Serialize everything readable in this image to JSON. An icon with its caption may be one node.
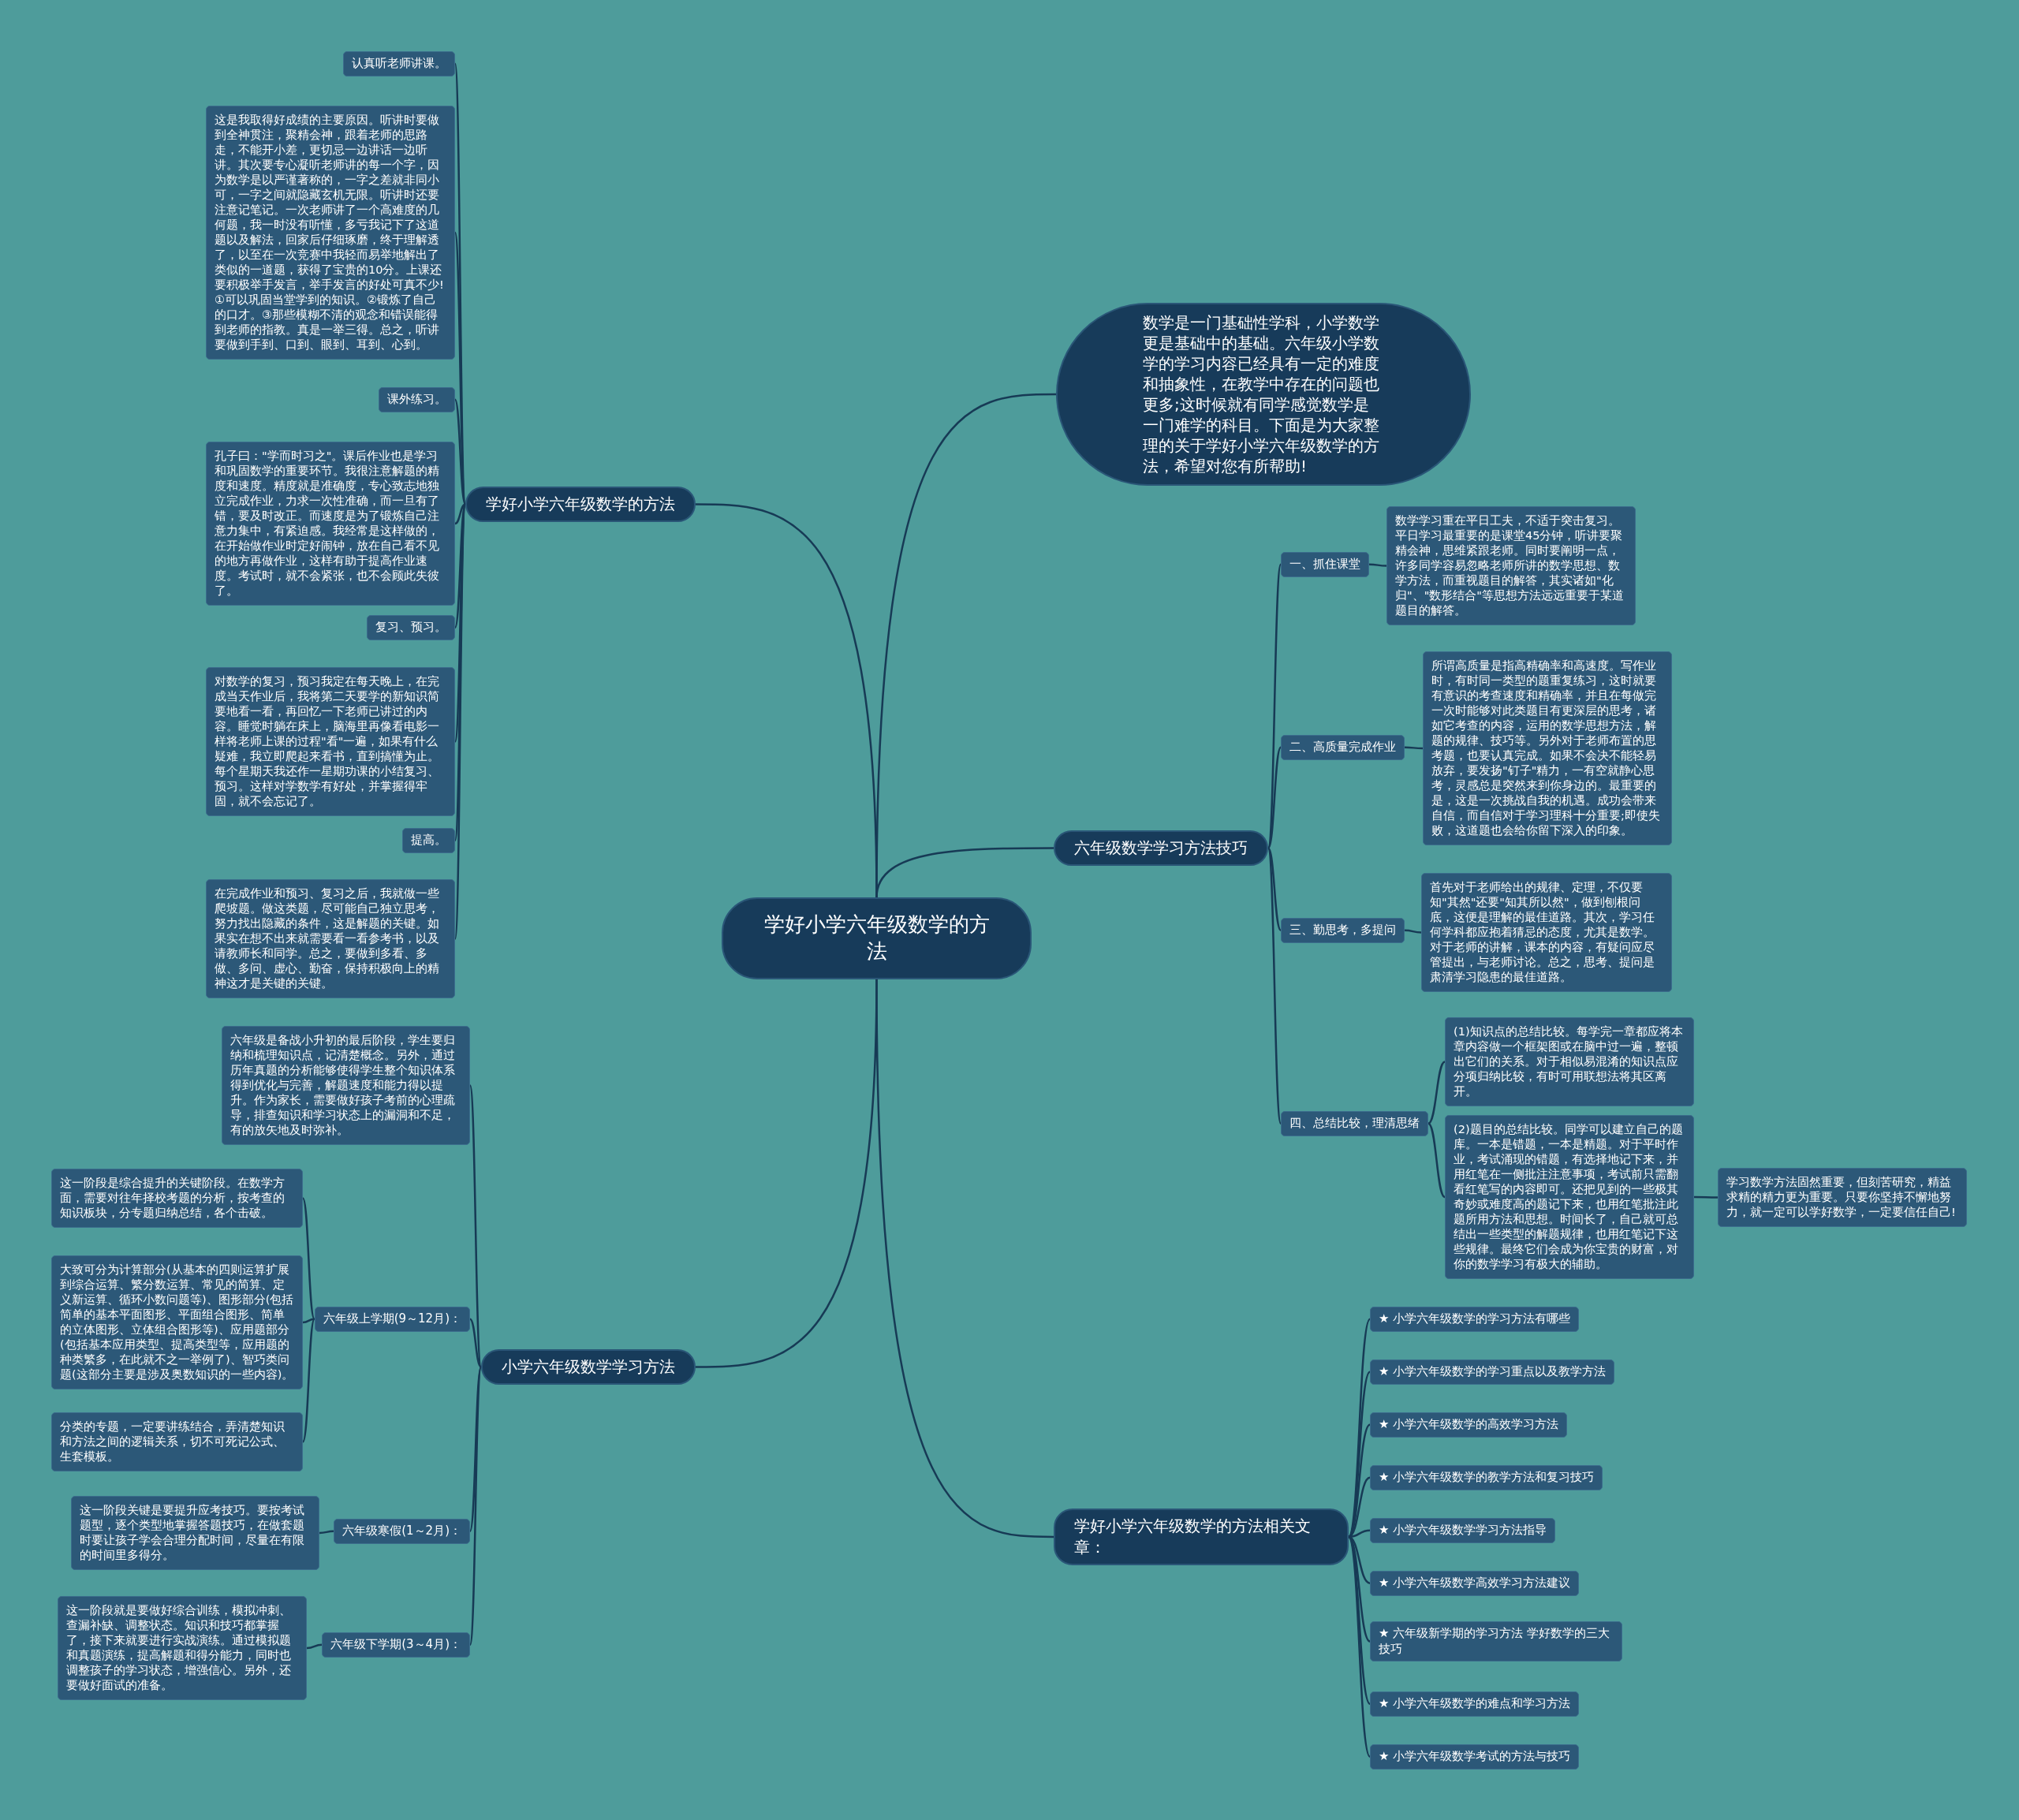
{
  "diagram": {
    "nodes": [
      {
        "text": [
          "学好小学六年级数学的方法"
        ]
      },
      {
        "text": [
          "数学是一门基础性学科，小学数学更是基础中的基础。六年级小学数学的学习内容已经具有一定的难度和抽象性，在教学中存在的问题也更多;这时候就有同学感觉数学是一门难学的科目。下面是为大家整理的关于学好小学六年级数学的方法，希望对您有所帮助!"
        ]
      },
      {
        "text": [
          "六年级数学学习方法技巧"
        ]
      },
      {
        "text": [
          "一、抓住课堂"
        ]
      },
      {
        "text": [
          "数学学习重在平日工夫，不适于突击复习。平日学习最重要的是课堂45分钟，听讲要聚精会神，思维紧跟老师。同时要阐明一点，许多同学容易忽略老师所讲的数学思想、数学方法，而重视题目的解答，其实诸如\"化归\"、\"数形结合\"等思想方法远远重要于某道题目的解答。"
        ]
      },
      {
        "text": [
          "二、高质量完成作业"
        ]
      },
      {
        "text": [
          "所谓高质量是指高精确率和高速度。写作业时，有时同一类型的题重复练习，这时就要有意识的考查速度和精确率，并且在每做完一次时能够对此类题目有更深层的思考，诸如它考查的内容，运用的数学思想方法，解题的规律、技巧等。另外对于老师布置的思考题，也要认真完成。如果不会决不能轻易放弃，要发扬\"钉子\"精力，一有空就静心思考，灵感总是突然来到你身边的。最重要的是，这是一次挑战自我的机遇。成功会带来自信，而自信对于学习理科十分重要;即使失败，这道题也会给你留下深入的印象。"
        ]
      },
      {
        "text": [
          "三、勤思考，多提问"
        ]
      },
      {
        "text": [
          "首先对于老师给出的规律、定理，不仅要知\"其然\"还要\"知其所以然\"，做到刨根问底，这便是理解的最佳道路。其次，学习任何学科都应抱着猜忌的态度，尤其是数学。对于老师的讲解，课本的内容，有疑问应尽管提出，与老师讨论。总之，思考、提问是肃清学习隐患的最佳道路。"
        ]
      },
      {
        "text": [
          "四、总结比较，理清思绪"
        ]
      },
      {
        "text": [
          "(1)知识点的总结比较。每学完一章都应将本章内容做一个框架图或在脑中过一遍，整顿出它们的关系。对于相似易混淆的知识点应分项归纳比较，有时可用联想法将其区离开。"
        ]
      },
      {
        "text": [
          "(2)题目的总结比较。同学可以建立自己的题库。一本是错题，一本是精题。对于平时作业，考试涌现的错题，有选择地记下来，并用红笔在一侧批注注意事项，考试前只需翻看红笔写的内容即可。还把见到的一些极其奇妙或难度高的题记下来，也用红笔批注此题所用方法和思想。时间长了，自己就可总结出一些类型的解题规律，也用红笔记下这些规律。最终它们会成为你宝贵的财富，对你的数学学习有极大的辅助。"
        ]
      },
      {
        "text": [
          "学习数学方法固然重要，但刻苦研究，精益求精的精力更为重要。只要你坚持不懈地努力，就一定可以学好数学，一定要信任自己!"
        ]
      },
      {
        "text": [
          "学好小学六年级数学的方法相关文章："
        ]
      },
      {
        "text": [
          "★ 小学六年级数学的学习方法有哪些"
        ]
      },
      {
        "text": [
          "★ 小学六年级数学的学习重点以及教学方法"
        ]
      },
      {
        "text": [
          "★ 小学六年级数学的高效学习方法"
        ]
      },
      {
        "text": [
          "★ 小学六年级数学的教学方法和复习技巧"
        ]
      },
      {
        "text": [
          "★ 小学六年级数学学习方法指导"
        ]
      },
      {
        "text": [
          "★ 小学六年级数学高效学习方法建议"
        ]
      },
      {
        "text": [
          "★ 六年级新学期的学习方法 学好数学的三大技巧"
        ]
      },
      {
        "text": [
          "★ 小学六年级数学的难点和学习方法"
        ]
      },
      {
        "text": [
          "★ 小学六年级数学考试的方法与技巧"
        ]
      },
      {
        "text": [
          "学好小学六年级数学的方法"
        ]
      },
      {
        "text": [
          "认真听老师讲课。"
        ]
      },
      {
        "text": [
          "这是我取得好成绩的主要原因。听讲时要做到全神贯注，聚精会神，跟着老师的思路走，不能开小差，更切忌一边讲话一边听讲。其次要专心凝听老师讲的每一个字，因为数学是以严谨著称的，一字之差就非同小可，一字之间就隐藏玄机无限。听讲时还要注意记笔记。一次老师讲了一个高难度的几何题，我一时没有听懂，多亏我记下了这道题以及解法，回家后仔细琢磨，终于理解透了，以至在一次竞赛中我轻而易举地解出了类似的一道题，获得了宝贵的10分。上课还要积极举手发言，举手发言的好处可真不少!①可以巩固当堂学到的知识。②锻炼了自己的口才。③那些模糊不清的观念和错误能得到老师的指教。真是一举三得。总之，听讲要做到手到、口到、眼到、耳到、心到。"
        ]
      },
      {
        "text": [
          "课外练习。"
        ]
      },
      {
        "text": [
          "孔子曰：\"学而时习之\"。课后作业也是学习和巩固数学的重要环节。我很注意解题的精度和速度。精度就是准确度，专心致志地独立完成作业，力求一次性准确，而一旦有了错，要及时改正。而速度是为了锻炼自己注意力集中，有紧迫感。我经常是这样做的，在开始做作业时定好闹钟，放在自己看不见的地方再做作业，这样有助于提高作业速度。考试时，就不会紧张，也不会顾此失彼了。"
        ]
      },
      {
        "text": [
          "复习、预习。"
        ]
      },
      {
        "text": [
          "对数学的复习，预习我定在每天晚上，在完成当天作业后，我将第二天要学的新知识简要地看一看，再回忆一下老师已讲过的内容。睡觉时躺在床上，脑海里再像看电影一样将老师上课的过程\"看\"一遍，如果有什么疑难，我立即爬起来看书，直到搞懂为止。每个星期天我还作一星期功课的小结复习、预习。这样对学数学有好处，并掌握得牢固，就不会忘记了。"
        ]
      },
      {
        "text": [
          "提高。"
        ]
      },
      {
        "text": [
          "在完成作业和预习、复习之后，我就做一些爬坡题。做这类题，尽可能自己独立思考，努力找出隐藏的条件，这是解题的关键。如果实在想不出来就需要看一看参考书，以及请教师长和同学。总之，要做到多看、多做、多问、虚心、勤奋，保持积极向上的精神这才是关键的关键。"
        ]
      },
      {
        "text": [
          "小学六年级数学学习方法"
        ]
      },
      {
        "text": [
          "六年级是备战小升初的最后阶段，学生要归纳和梳理知识点，记清楚概念。另外，通过历年真题的分析能够使得学生整个知识体系得到优化与完善，解题速度和能力得以提升。作为家长，需要做好孩子考前的心理疏导，排查知识和学习状态上的漏洞和不足，有的放矢地及时弥补。"
        ]
      },
      {
        "text": [
          "六年级上学期(9～12月)："
        ]
      },
      {
        "text": [
          "这一阶段是综合提升的关键阶段。在数学方面，需要对往年择校考题的分析，按考查的知识板块，分专题归纳总结，各个击破。"
        ]
      },
      {
        "text": [
          "大致可分为计算部分(从基本的四则运算扩展到综合运算、繁分数运算、常见的简算、定义新运算、循环小数问题等)、图形部分(包括简单的基本平面图形、平面组合图形、简单的立体图形、立体组合图形等)、应用题部分(包括基本应用类型、提高类型等，应用题的种类繁多，在此就不之一举例了)、智巧类问题(这部分主要是涉及奥数知识的一些内容)。"
        ]
      },
      {
        "text": [
          "分类的专题，一定要讲练结合，弄清楚知识和方法之间的逻辑关系，切不可死记公式、生套模板。"
        ]
      },
      {
        "text": [
          "六年级寒假(1～2月)："
        ]
      },
      {
        "text": [
          "这一阶段关键是要提升应考技巧。要按考试题型，逐个类型地掌握答题技巧，在做套题时要让孩子学会合理分配时间，尽量在有限的时间里多得分。"
        ]
      },
      {
        "text": [
          "六年级下学期(3～4月)："
        ]
      },
      {
        "text": [
          "这一阶段就是要做好综合训练，模拟冲刺、查漏补缺、调整状态。知识和技巧都掌握了，接下来就要进行实战演练。通过模拟题和真题演练，提高解题和得分能力，同时也调整孩子的学习状态，增强信心。另外，还要做好面试的准备。"
        ]
      }
    ],
    "edges": [
      {
        "from": 0,
        "to": 1,
        "arrow": "none"
      },
      {
        "from": 0,
        "to": 2,
        "arrow": "none"
      },
      {
        "from": 0,
        "to": 13,
        "arrow": "none"
      },
      {
        "from": 0,
        "to": 23,
        "arrow": "none"
      },
      {
        "from": 0,
        "to": 32,
        "arrow": "none"
      },
      {
        "from": 2,
        "to": 3,
        "arrow": "none"
      },
      {
        "from": 2,
        "to": 5,
        "arrow": "none"
      },
      {
        "from": 2,
        "to": 7,
        "arrow": "none"
      },
      {
        "from": 2,
        "to": 9,
        "arrow": "none"
      },
      {
        "from": 3,
        "to": 4,
        "arrow": "none"
      },
      {
        "from": 5,
        "to": 6,
        "arrow": "none"
      },
      {
        "from": 7,
        "to": 8,
        "arrow": "none"
      },
      {
        "from": 9,
        "to": 10,
        "arrow": "none"
      },
      {
        "from": 9,
        "to": 11,
        "arrow": "none"
      },
      {
        "from": 11,
        "to": 12,
        "arrow": "none"
      },
      {
        "from": 13,
        "to": 14,
        "arrow": "none"
      },
      {
        "from": 13,
        "to": 15,
        "arrow": "none"
      },
      {
        "from": 13,
        "to": 16,
        "arrow": "none"
      },
      {
        "from": 13,
        "to": 17,
        "arrow": "none"
      },
      {
        "from": 13,
        "to": 18,
        "arrow": "none"
      },
      {
        "from": 13,
        "to": 19,
        "arrow": "none"
      },
      {
        "from": 13,
        "to": 20,
        "arrow": "none"
      },
      {
        "from": 13,
        "to": 21,
        "arrow": "none"
      },
      {
        "from": 13,
        "to": 22,
        "arrow": "none"
      },
      {
        "from": 23,
        "to": 24,
        "arrow": "none"
      },
      {
        "from": 23,
        "to": 25,
        "arrow": "none"
      },
      {
        "from": 23,
        "to": 26,
        "arrow": "none"
      },
      {
        "from": 23,
        "to": 27,
        "arrow": "none"
      },
      {
        "from": 23,
        "to": 28,
        "arrow": "none"
      },
      {
        "from": 23,
        "to": 29,
        "arrow": "none"
      },
      {
        "from": 23,
        "to": 30,
        "arrow": "none"
      },
      {
        "from": 23,
        "to": 31,
        "arrow": "none"
      },
      {
        "from": 32,
        "to": 33,
        "arrow": "none"
      },
      {
        "from": 32,
        "to": 34,
        "arrow": "none"
      },
      {
        "from": 32,
        "to": 38,
        "arrow": "none"
      },
      {
        "from": 32,
        "to": 40,
        "arrow": "none"
      },
      {
        "from": 34,
        "to": 35,
        "arrow": "none"
      },
      {
        "from": 34,
        "to": 36,
        "arrow": "none"
      },
      {
        "from": 34,
        "to": 37,
        "arrow": "none"
      },
      {
        "from": 38,
        "to": 39,
        "arrow": "none"
      },
      {
        "from": 40,
        "to": 41,
        "arrow": "none"
      }
    ]
  }
}
